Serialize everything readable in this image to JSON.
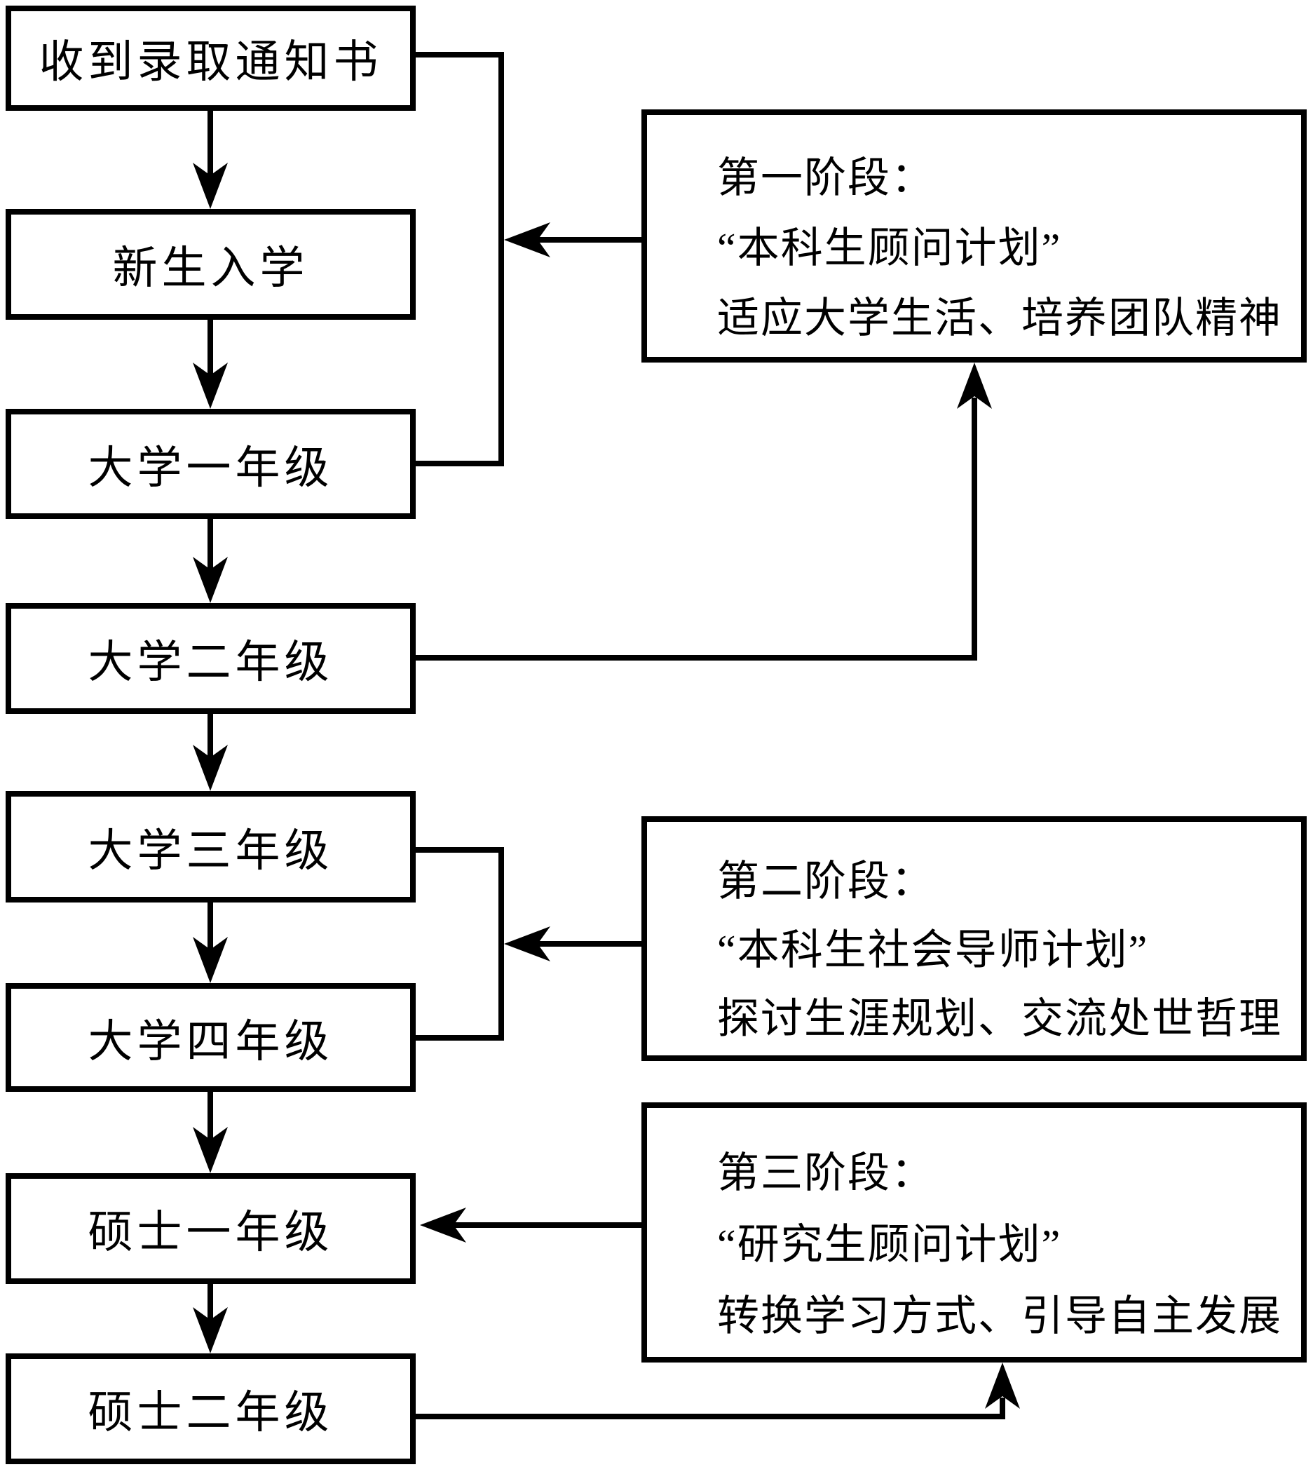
{
  "flow": {
    "left_boxes": [
      {
        "label": "收到录取通知书"
      },
      {
        "label": "新生入学"
      },
      {
        "label": "大学一年级"
      },
      {
        "label": "大学二年级"
      },
      {
        "label": "大学三年级"
      },
      {
        "label": "大学四年级"
      },
      {
        "label": "硕士一年级"
      },
      {
        "label": "硕士二年级"
      }
    ],
    "stage_boxes": [
      {
        "line1": "第一阶段：",
        "line2": "“本科生顾问计划”",
        "line3": "适应大学生活、培养团队精神"
      },
      {
        "line1": "第二阶段：",
        "line2": "“本科生社会导师计划”",
        "line3": "探讨生涯规划、交流处世哲理"
      },
      {
        "line1": "第三阶段：",
        "line2": "“研究生顾问计划”",
        "line3": "转换学习方式、引导自主发展"
      }
    ],
    "colors": {
      "line": "#000000",
      "background": "#ffffff",
      "box_fill": "#ffffff"
    }
  }
}
